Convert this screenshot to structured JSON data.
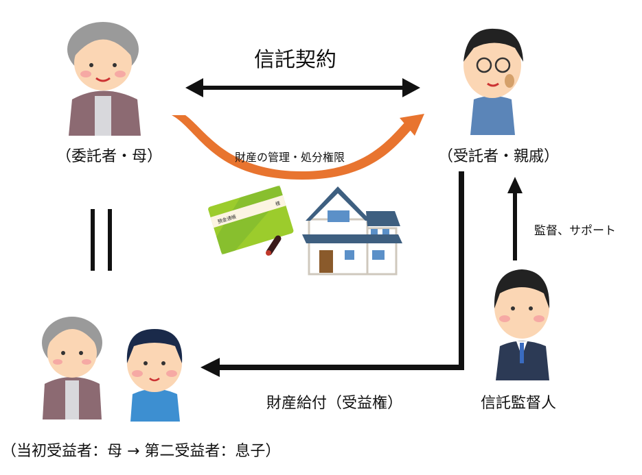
{
  "title": "信託契約",
  "settlor_label": "（委託者・母）",
  "trustee_label": "（受託者・親戚）",
  "transfer_label": "財産の管理・処分権限",
  "supervision_label": "監督、サポート",
  "benefit_label": "財産給付（受益権）",
  "supervisor_label": "信託監督人",
  "beneficiary_label": "（当初受益者：母 → 第二受益者：息子）",
  "passbook": {
    "title": "預金通帳",
    "suffix": "様"
  },
  "colors": {
    "orange": "#e8742f",
    "black": "#111111",
    "passbook": "#9ccc2c",
    "roof": "#3e5f80"
  }
}
